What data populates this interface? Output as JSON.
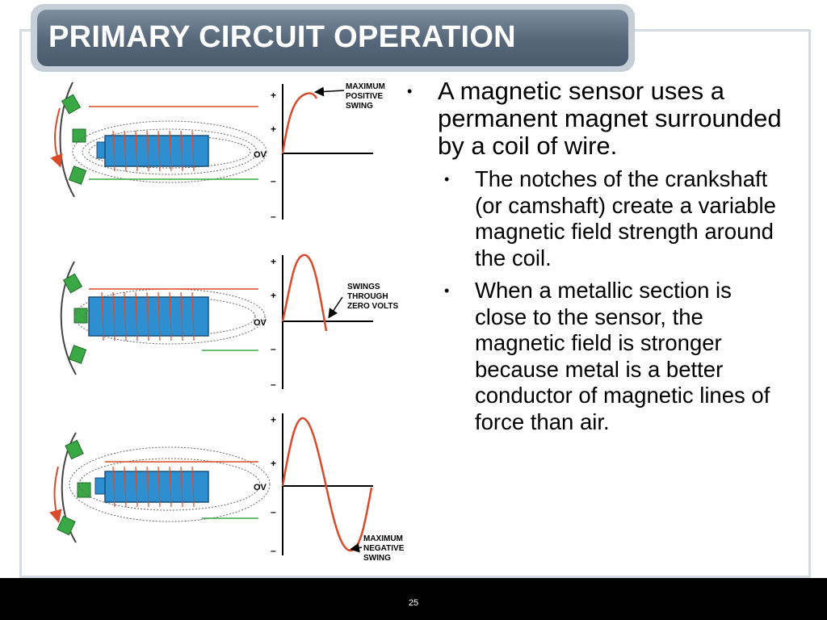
{
  "slide": {
    "title": "PRIMARY CIRCUIT OPERATION",
    "page_number": "25",
    "colors": {
      "title_bar": "#56677a",
      "coil_blue": "#2e8fd0",
      "wave_red": "#d94a2a",
      "notch_green": "#3aa845",
      "footer": "#000000"
    }
  },
  "figure": {
    "panels": [
      {
        "plus_label": "+",
        "plus2_label": "+",
        "zero_label": "OV",
        "minus_label": "–",
        "minus2_label": "–",
        "callout": [
          "MAXIMUM",
          "POSITIVE",
          "SWING"
        ]
      },
      {
        "plus_label": "+",
        "plus2_label": "+",
        "zero_label": "OV",
        "minus_label": "–",
        "minus2_label": "–",
        "callout": [
          "SWINGS",
          "THROUGH",
          "ZERO VOLTS"
        ]
      },
      {
        "plus_label": "+",
        "plus2_label": "+",
        "zero_label": "OV",
        "minus_label": "–",
        "minus2_label": "–",
        "callout": [
          "MAXIMUM",
          "NEGATIVE",
          "SWING"
        ]
      }
    ]
  },
  "content": {
    "bullet_marker": "•",
    "main_bullet": "A magnetic sensor uses a permanent magnet surrounded by a coil of wire.",
    "sub_bullets": [
      "The notches of the crankshaft (or camshaft) create a variable magnetic field strength around the coil.",
      "When a metallic section is close to the sensor, the magnetic field is stronger because metal is a better conductor of magnetic lines of force than air."
    ]
  }
}
